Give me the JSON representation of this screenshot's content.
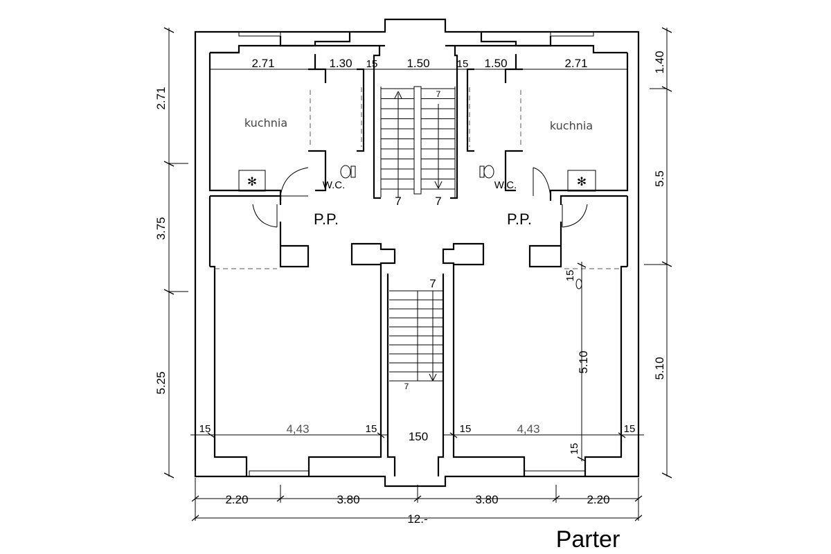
{
  "title": "Parter",
  "rooms": {
    "kitchen_left": "kuchnia",
    "kitchen_right": "kuchnia",
    "wc_left": "W.C.",
    "wc_right": "W.C.",
    "pp_left": "P.P.",
    "pp_right": "P.P."
  },
  "dimensions": {
    "top_kitchen_left": "2.71",
    "top_bath_left": "1.30",
    "top_15_a": "15",
    "top_stair": "1.50",
    "top_15_b": "15",
    "top_bath_right": "1.50",
    "top_kitchen_right": "2.71",
    "left_1": "2.71",
    "left_2": "3.75",
    "left_3": "5.25",
    "right_1": "1.40",
    "right_2": "5.5",
    "right_3": "5.10",
    "inner_right_height": "5.10",
    "inner_right_15_top": "15",
    "inner_right_15_bottom": "15",
    "room_width_left": "4,43",
    "room_width_right": "4,43",
    "wall_15_ll": "15",
    "wall_15_lr": "15",
    "wall_15_rl": "15",
    "wall_15_rr": "15",
    "corridor_width": "150",
    "bottom_1": "2.20",
    "bottom_2": "3.80",
    "bottom_3": "3.80",
    "bottom_4": "2.20",
    "overall": "12.-",
    "stair_top_left_count": "7",
    "stair_top_right_count": "7",
    "stair_top_right_small": "7",
    "stair_bottom_top": "7",
    "stair_bottom_small": "7"
  },
  "symbols": {
    "stove_left": "✻",
    "stove_right": "✻"
  }
}
